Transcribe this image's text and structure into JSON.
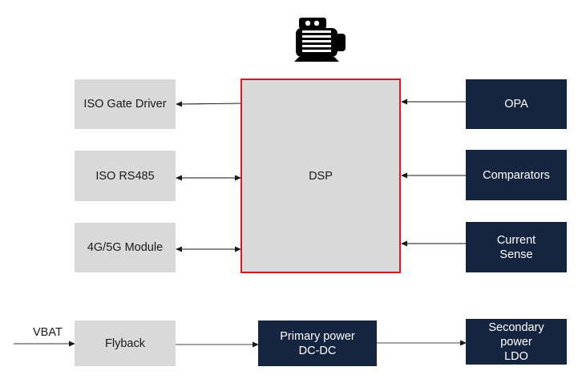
{
  "motor_icon": "motor-icon",
  "center": {
    "label": "DSP"
  },
  "left_blocks": [
    {
      "label": "ISO Gate Driver",
      "direction": "from-dsp"
    },
    {
      "label": "ISO RS485",
      "direction": "bidirectional"
    },
    {
      "label": "4G/5G Module",
      "direction": "bidirectional"
    }
  ],
  "right_blocks": [
    {
      "label": "OPA",
      "direction": "to-dsp"
    },
    {
      "label": "Comparators",
      "direction": "to-dsp"
    },
    {
      "label": "Current\nSense",
      "direction": "to-dsp"
    }
  ],
  "power_chain": {
    "input_label": "VBAT",
    "blocks": [
      {
        "label": "Flyback"
      },
      {
        "label": "Primary power\nDC-DC"
      },
      {
        "label": "Secondary\npower\nLDO"
      }
    ]
  },
  "colors": {
    "grey_block": "#d9d9d9",
    "navy_block": "#15253f",
    "dsp_border": "#e0141b",
    "arrow": "#1a1a1a"
  }
}
